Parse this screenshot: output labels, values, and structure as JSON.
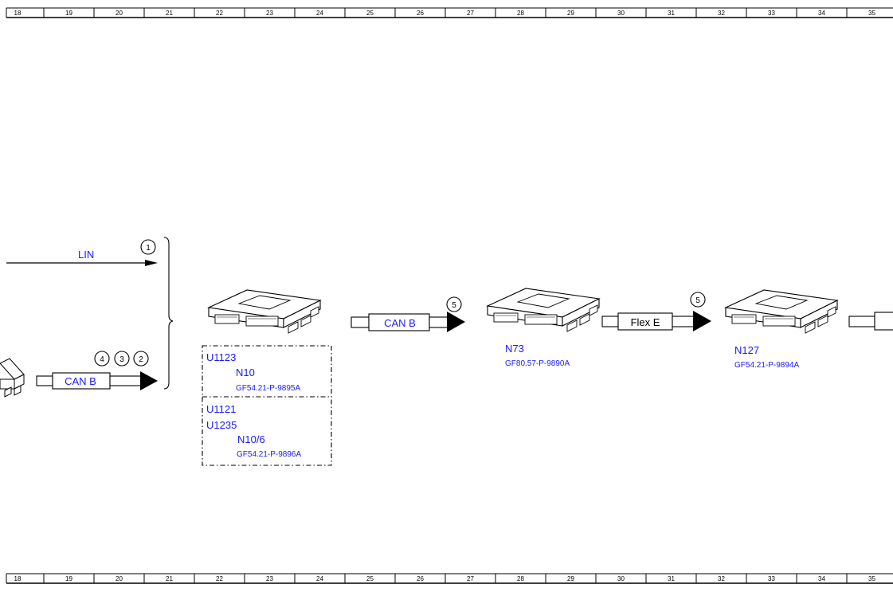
{
  "ruler": {
    "numbers": [
      "18",
      "19",
      "20",
      "21",
      "22",
      "23",
      "24",
      "25",
      "26",
      "27",
      "28",
      "29",
      "30",
      "31",
      "32",
      "33",
      "34",
      "35"
    ]
  },
  "buses": {
    "lin": "LIN",
    "can_b_left": "CAN B",
    "can_b_mid": "CAN B",
    "flex_e": "Flex E"
  },
  "markers": {
    "lin_ref": "1",
    "can_left_refs": [
      "4",
      "3",
      "2"
    ],
    "can_mid_ref": "5",
    "flex_ref": "5"
  },
  "modules": {
    "group_top": {
      "code": "U1123",
      "name": "N10",
      "ref": "GF54.21-P-9895A"
    },
    "group_bottom": {
      "codes": [
        "U1121",
        "U1235"
      ],
      "name": "N10/6",
      "ref": "GF54.21-P-9896A"
    },
    "n73": {
      "name": "N73",
      "ref": "GF80.57-P-9890A"
    },
    "n127": {
      "name": "N127",
      "ref": "GF54.21-P-9894A"
    }
  },
  "colors": {
    "label_blue": "#1a1aff",
    "line": "#000000"
  }
}
